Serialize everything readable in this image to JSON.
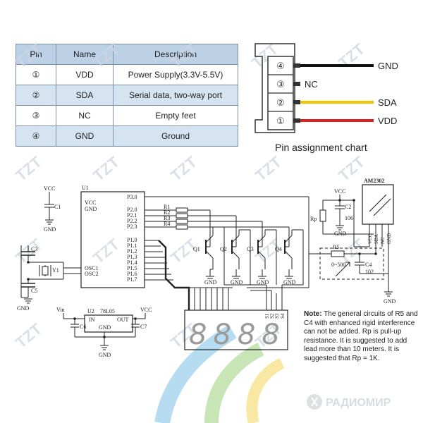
{
  "table": {
    "headers": [
      "Pin",
      "Name",
      "Description"
    ],
    "rows": [
      {
        "pin": "①",
        "name": "VDD",
        "desc": "Power Supply(3.3V-5.5V)"
      },
      {
        "pin": "②",
        "name": "SDA",
        "desc": "Serial data, two-way port"
      },
      {
        "pin": "③",
        "name": "NC",
        "desc": "Empty feet"
      },
      {
        "pin": "④",
        "name": "GND",
        "desc": "Ground"
      }
    ]
  },
  "connector": {
    "pins": [
      {
        "num": "④",
        "label": "GND",
        "color": "#111111"
      },
      {
        "num": "③",
        "label": "NC",
        "color": ""
      },
      {
        "num": "②",
        "label": "SDA",
        "color": "#f5c400"
      },
      {
        "num": "①",
        "label": "VDD",
        "color": "#e0201c"
      }
    ],
    "caption": "Pin assignment chart"
  },
  "schematic": {
    "vcc": "VCC",
    "gnd": "GND",
    "c1": "C1",
    "c2_top": "C2",
    "c3": "C3",
    "c5": "C5",
    "c6": "C6",
    "c7": "C7",
    "y1": "Y1",
    "u1": "U1",
    "u1_vcc": "VCC",
    "u1_gnd": "GND",
    "u1_pins_right_top": [
      "P3.0",
      "P2.0",
      "P2.1",
      "P2.2",
      "P2.3"
    ],
    "u1_pins_right_bottom": [
      "P1.0",
      "P1.1",
      "P1.2",
      "P1.3",
      "P1.4",
      "P1.5",
      "P1.6",
      "P1.7"
    ],
    "osc1": "OSC1",
    "osc2": "OSC2",
    "resistors": [
      "R1",
      "R2",
      "R3",
      "R4"
    ],
    "transistors": [
      "Q1",
      "Q2",
      "Q3",
      "Q4"
    ],
    "u2": "U2",
    "u2_part": "78L05",
    "u2_in": "IN",
    "u2_out": "OUT",
    "u2_gnd": "GND",
    "vin": "Vin",
    "sensor": "AM2302",
    "sensor_pins": [
      "VCC",
      "SDA",
      "NC",
      "GND"
    ],
    "rp": "Rp",
    "c2": "C2",
    "c2_val": "106",
    "r5": "R5",
    "r5_val": "0~500",
    "c4": "C4",
    "c4_val": "102",
    "display_pins": [
      "S1",
      "S2",
      "S3",
      "S4"
    ],
    "display_digits": "8888"
  },
  "note": {
    "bold": "Note:",
    "text": "The general circuits of R5 and C4 with enhanced rigid interference can not be added. Rp is pull-up resistance. It is suggested to add lead more than 10 meters. It is suggested that Rp = 1K."
  },
  "watermarks": {
    "tzt": "TZT",
    "logo": "РАДИОМИР"
  },
  "colors": {
    "table_header": "#bcd0e6",
    "table_shade": "#d6e4f2",
    "vdd_wire": "#e0201c",
    "sda_wire": "#f5c400",
    "gnd_wire": "#111111"
  }
}
